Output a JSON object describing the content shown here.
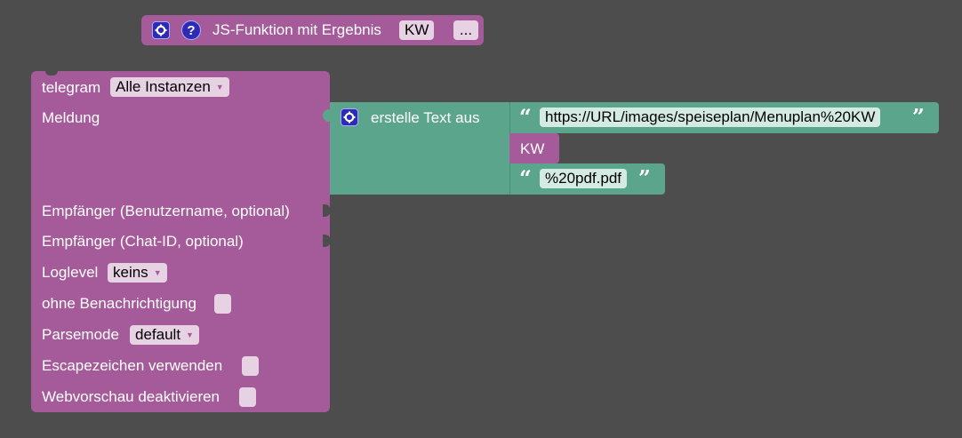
{
  "function_block": {
    "label": "JS-Funktion mit Ergebnis",
    "name_value": "KW",
    "more_label": "...",
    "help_label": "?"
  },
  "telegram_block": {
    "instance_label": "telegram",
    "instance_value": "Alle Instanzen",
    "message_label": "Meldung",
    "recipient_user_label": "Empfänger (Benutzername, optional)",
    "recipient_chat_label": "Empfänger (Chat-ID, optional)",
    "loglevel_label": "Loglevel",
    "loglevel_value": "keins",
    "silent_label": "ohne Benachrichtigung",
    "parsemode_label": "Parsemode",
    "parsemode_value": "default",
    "escape_label": "Escapezeichen verwenden",
    "preview_label": "Webvorschau deaktivieren"
  },
  "text_join_block": {
    "label": "erstelle Text aus",
    "item1": "https://URL/images/speiseplan/Menuplan%20KW",
    "item2_variable": "KW",
    "item3": "%20pdf.pdf",
    "quote_open": "“",
    "quote_close": "”"
  },
  "colors": {
    "workspace": "#4d4d4d",
    "procedure_block": "#a55b99",
    "text_block": "#5ba58c",
    "mutator_icon": "#2d2bb5"
  },
  "icons": {
    "mutator": "gear-icon",
    "help": "help-icon",
    "dropdown": "triangle-down-icon"
  }
}
